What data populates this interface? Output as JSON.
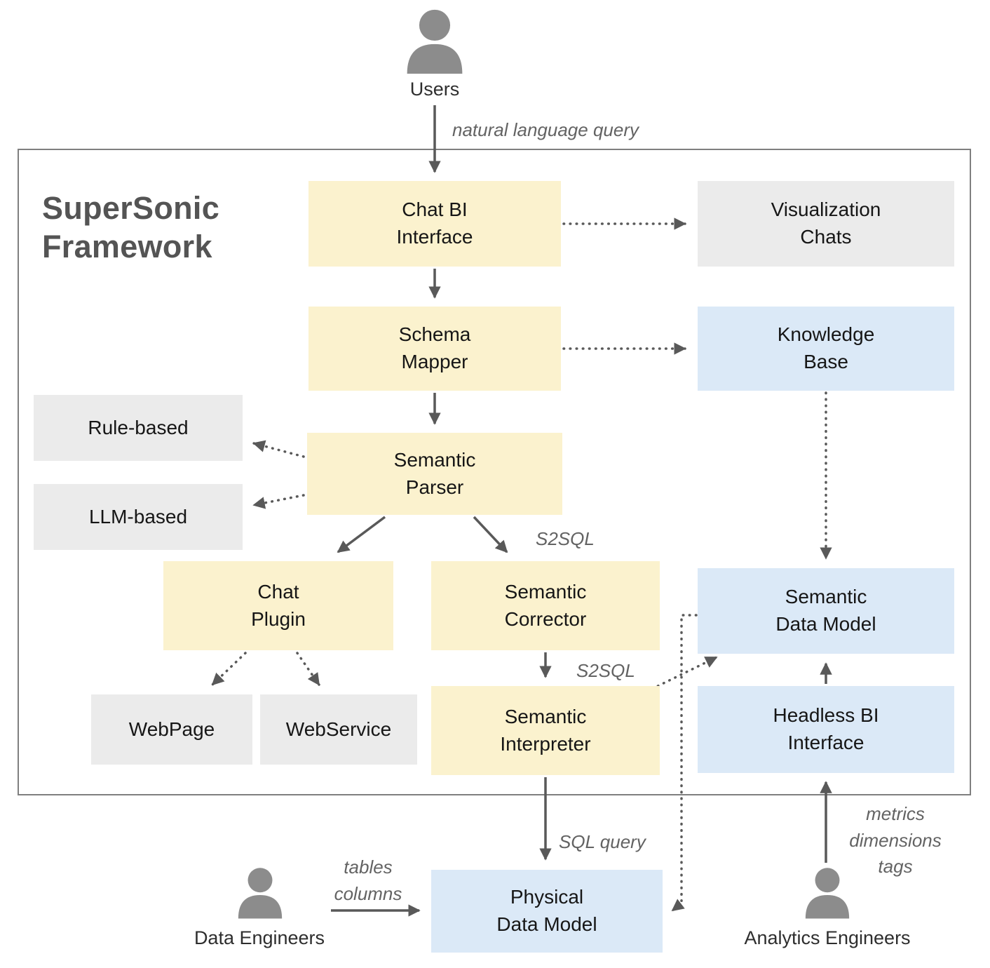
{
  "title": "SuperSonic\nFramework",
  "colors": {
    "process_fill": "#FBF2CE",
    "store_fill": "#DBE9F7",
    "external_fill": "#EBEBEB",
    "frame_border": "#7F7F7F",
    "arrow": "#595959",
    "actor_icon": "#8C8C8C"
  },
  "actors": {
    "users": "Users",
    "data_engineers": "Data Engineers",
    "analytics_engineers": "Analytics Engineers"
  },
  "nodes": {
    "chat_bi_interface": "Chat BI\nInterface",
    "visualization_chats": "Visualization\nChats",
    "schema_mapper": "Schema\nMapper",
    "knowledge_base": "Knowledge\nBase",
    "rule_based": "Rule-based",
    "llm_based": "LLM-based",
    "semantic_parser": "Semantic\nParser",
    "chat_plugin": "Chat\nPlugin",
    "semantic_corrector": "Semantic\nCorrector",
    "webpage": "WebPage",
    "webservice": "WebService",
    "semantic_interpreter": "Semantic\nInterpreter",
    "semantic_data_model": "Semantic\nData Model",
    "headless_bi_interface": "Headless BI\nInterface",
    "physical_data_model": "Physical\nData Model"
  },
  "edge_labels": {
    "natural_language_query": "natural language query",
    "s2sql_parser_corrector": "S2SQL",
    "s2sql_corrector_interpreter": "S2SQL",
    "sql_query": "SQL query",
    "tables_columns": "tables\ncolumns",
    "metrics_dimensions_tags": "metrics\ndimensions\ntags"
  }
}
